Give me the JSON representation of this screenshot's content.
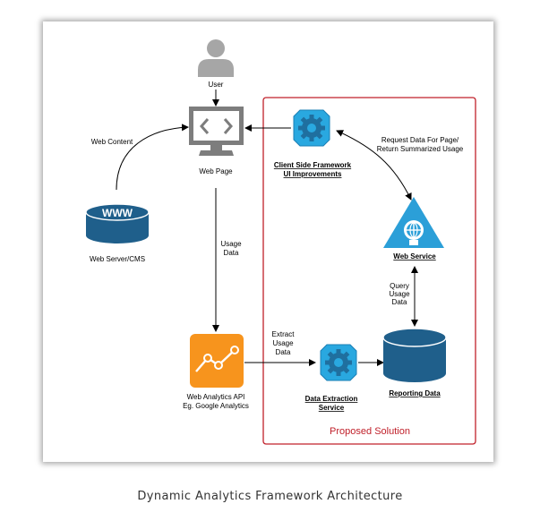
{
  "diagram": {
    "nodes": {
      "user": {
        "label": "User",
        "icon": "user-icon"
      },
      "web_page": {
        "label": "Web Page",
        "icon": "code-monitor-icon"
      },
      "web_server": {
        "label": "Web Server/CMS",
        "icon_text": "WWW",
        "icon": "database-icon"
      },
      "web_analytics": {
        "label_line1": "Web Analytics API",
        "label_line2": "Eg. Google Analytics",
        "icon": "analytics-chart-icon"
      },
      "client_framework": {
        "label_line1": "Client Side Framework",
        "label_line2": "UI Improvements",
        "icon": "gear-icon"
      },
      "web_service": {
        "label": "Web Service",
        "icon": "globe-triangle-icon"
      },
      "data_extraction": {
        "label_line1": "Data Extraction",
        "label_line2": "Service",
        "icon": "gear-icon"
      },
      "reporting_data": {
        "label": "Reporting Data",
        "icon": "database-icon"
      }
    },
    "edges": {
      "web_content": {
        "label": "Web Content"
      },
      "usage_data": {
        "line1": "Usage",
        "line2": "Data"
      },
      "extract_usage": {
        "line1": "Extract",
        "line2": "Usage",
        "line3": "Data"
      },
      "request_data": {
        "line1": "Request Data For Page/",
        "line2": "Return Summarized Usage"
      },
      "query_usage": {
        "line1": "Query",
        "line2": "Usage",
        "line3": "Data"
      }
    },
    "boundary": {
      "label": "Proposed Solution",
      "color": "#c0202a"
    },
    "colors": {
      "user": "#a6a6a6",
      "monitor": "#7d7d7d",
      "db": "#1f5f8b",
      "analytics": "#f7941d",
      "blue_gear": "#29a8e0",
      "web_service": "#2b9fd8"
    }
  },
  "caption": "Dynamic Analytics Framework Architecture"
}
